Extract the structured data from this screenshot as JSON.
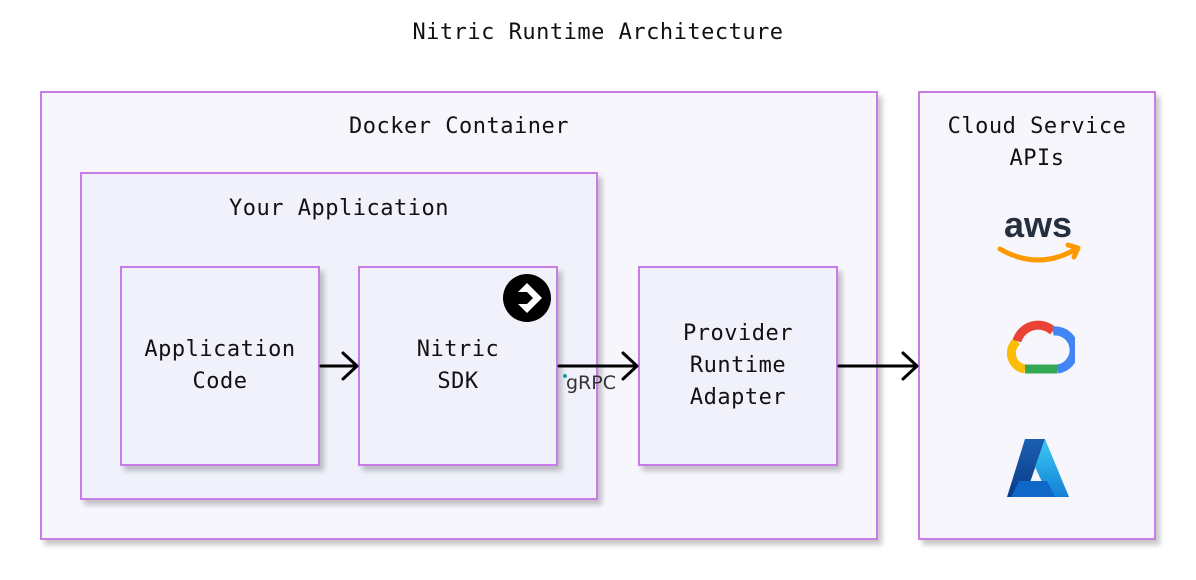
{
  "diagram": {
    "title": "Nitric Runtime Architecture",
    "docker_container": {
      "label": "Docker Container"
    },
    "your_application": {
      "label": "Your Application"
    },
    "application_code": {
      "label": "Application\nCode"
    },
    "nitric_sdk": {
      "label": "Nitric\nSDK",
      "icon": "nitric-logo-icon"
    },
    "provider_adapter": {
      "label": "Provider\nRuntime\nAdapter"
    },
    "cloud_apis": {
      "label": "Cloud Service\nAPIs",
      "providers": [
        "aws-logo-icon",
        "google-cloud-logo-icon",
        "azure-logo-icon"
      ]
    },
    "edge_label": "gRPC",
    "colors": {
      "border": "#c77ce6",
      "box_fill": "#f7f6fd",
      "arrow": "#000000"
    }
  }
}
